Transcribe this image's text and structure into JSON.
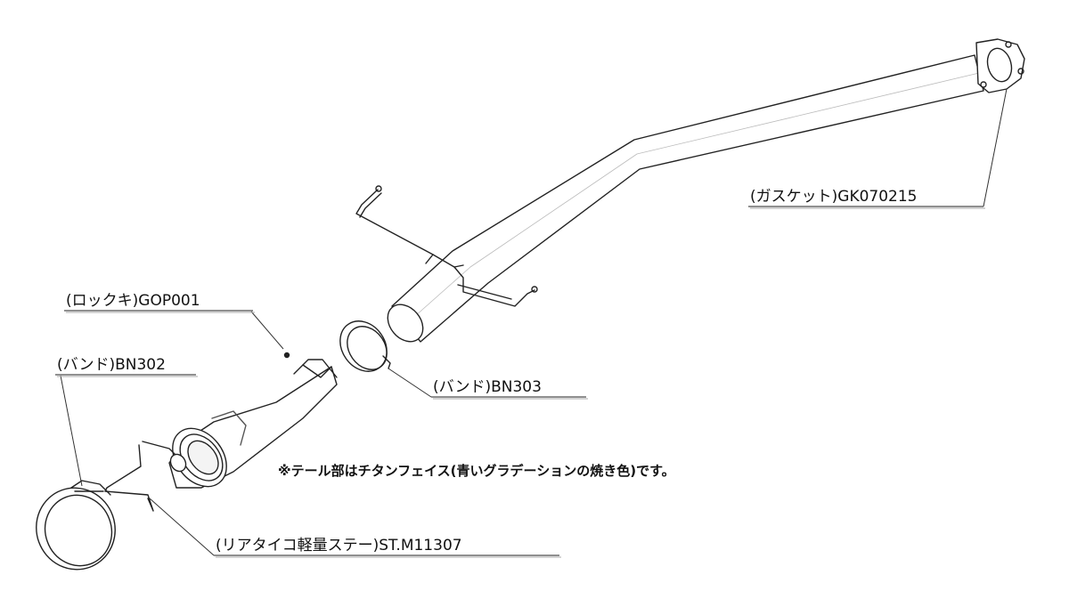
{
  "labels": {
    "gasket": "(ガスケット)GK070215",
    "lock_key": "(ロックキ)GOP001",
    "band_302": "(バンド)BN302",
    "band_303": "(バンド)BN303",
    "stay": "(リアタイコ軽量ステー)ST.M11307"
  },
  "note": "※テール部はチタンフェイス(青いグラデーションの焼き色)です。"
}
